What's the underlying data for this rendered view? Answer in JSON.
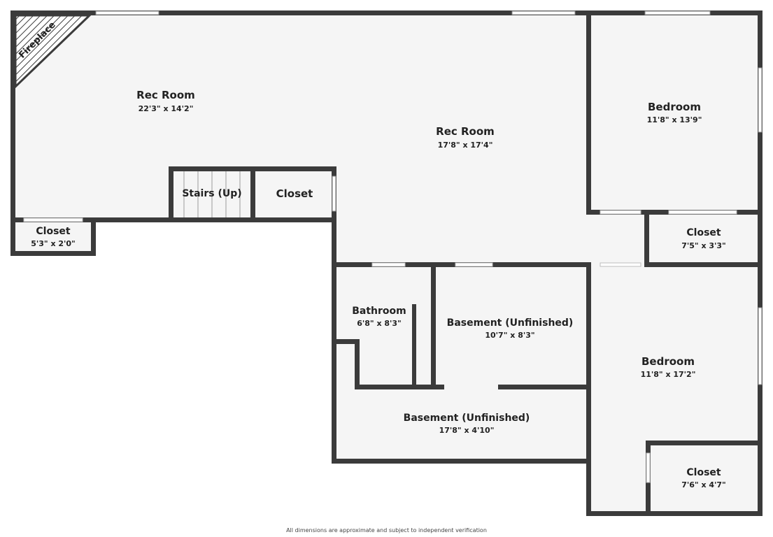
{
  "colors": {
    "wall": "#3b3b3b",
    "floor": "#f5f5f5",
    "background": "#ffffff",
    "window": "#ffffff"
  },
  "rooms": {
    "rec_room_west": {
      "name": "Rec Room",
      "dims": "22'3\" x 14'2\""
    },
    "rec_room_east": {
      "name": "Rec Room",
      "dims": "17'8\" x 17'4\""
    },
    "bedroom_north": {
      "name": "Bedroom",
      "dims": "11'8\" x 13'9\""
    },
    "bedroom_south": {
      "name": "Bedroom",
      "dims": "11'8\" x 17'2\""
    },
    "closet_west": {
      "name": "Closet",
      "dims": "5'3\" x 2'0\""
    },
    "stairs": {
      "name": "Stairs (Up)"
    },
    "closet_stairs": {
      "name": "Closet"
    },
    "closet_north_east": {
      "name": "Closet",
      "dims": "7'5\" x 3'3\""
    },
    "closet_south_east": {
      "name": "Closet",
      "dims": "7'6\" x 4'7\""
    },
    "bathroom": {
      "name": "Bathroom",
      "dims": "6'8\" x 8'3\""
    },
    "basement_upper": {
      "name": "Basement (Unfinished)",
      "dims": "10'7\" x 8'3\""
    },
    "basement_lower": {
      "name": "Basement (Unfinished)",
      "dims": "17'8\" x 4'10\""
    }
  },
  "fireplace": {
    "label": "Fireplace"
  },
  "footer": {
    "note": "All dimensions are approximate and subject to independent verification"
  }
}
